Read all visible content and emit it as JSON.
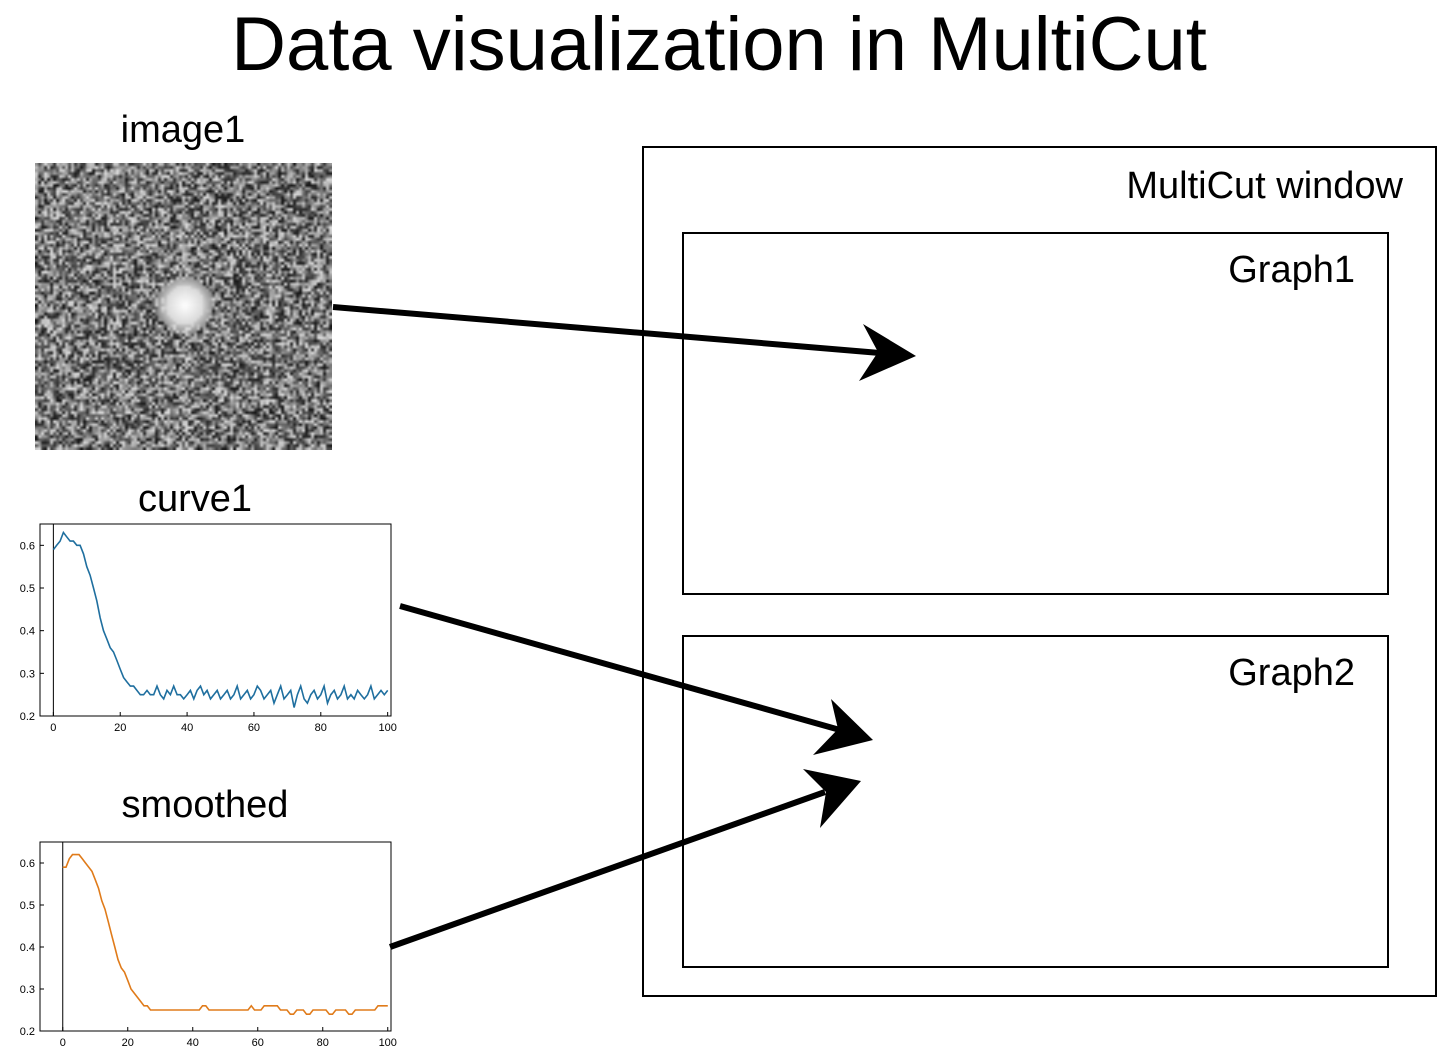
{
  "title": "Data visualization in MultiCut",
  "image_panel": {
    "label": "image1"
  },
  "window": {
    "label": "MultiCut window",
    "graphs": [
      {
        "label": "Graph1"
      },
      {
        "label": "Graph2"
      }
    ]
  },
  "colors": {
    "curve1": "#1f6f9f",
    "smoothed": "#e07b1a"
  },
  "chart_data": [
    {
      "type": "line",
      "title": "curve1",
      "xlabel": "",
      "ylabel": "",
      "xlim": [
        -4,
        101
      ],
      "ylim": [
        0.2,
        0.65
      ],
      "xticks": [
        "0",
        "20",
        "40",
        "60",
        "80",
        "100"
      ],
      "yticks": [
        "0.2",
        "0.3",
        "0.4",
        "0.5",
        "0.6"
      ],
      "grid": false,
      "x": [
        0,
        1,
        2,
        3,
        4,
        5,
        6,
        7,
        8,
        9,
        10,
        11,
        12,
        13,
        14,
        15,
        16,
        17,
        18,
        19,
        20,
        21,
        22,
        23,
        24,
        25,
        26,
        27,
        28,
        29,
        30,
        31,
        32,
        33,
        34,
        35,
        36,
        37,
        38,
        39,
        40,
        41,
        42,
        43,
        44,
        45,
        46,
        47,
        48,
        49,
        50,
        51,
        52,
        53,
        54,
        55,
        56,
        57,
        58,
        59,
        60,
        61,
        62,
        63,
        64,
        65,
        66,
        67,
        68,
        69,
        70,
        71,
        72,
        73,
        74,
        75,
        76,
        77,
        78,
        79,
        80,
        81,
        82,
        83,
        84,
        85,
        86,
        87,
        88,
        89,
        90,
        91,
        92,
        93,
        94,
        95,
        96,
        97,
        98,
        99,
        100
      ],
      "series": [
        {
          "values": [
            0.59,
            0.6,
            0.61,
            0.63,
            0.62,
            0.61,
            0.61,
            0.6,
            0.6,
            0.58,
            0.55,
            0.53,
            0.5,
            0.47,
            0.43,
            0.4,
            0.38,
            0.36,
            0.35,
            0.33,
            0.31,
            0.29,
            0.28,
            0.27,
            0.27,
            0.26,
            0.25,
            0.25,
            0.26,
            0.25,
            0.25,
            0.27,
            0.25,
            0.24,
            0.26,
            0.25,
            0.27,
            0.25,
            0.25,
            0.24,
            0.25,
            0.26,
            0.24,
            0.26,
            0.27,
            0.25,
            0.26,
            0.24,
            0.25,
            0.26,
            0.24,
            0.25,
            0.26,
            0.24,
            0.25,
            0.27,
            0.24,
            0.25,
            0.26,
            0.24,
            0.25,
            0.27,
            0.26,
            0.24,
            0.25,
            0.26,
            0.23,
            0.25,
            0.27,
            0.24,
            0.25,
            0.26,
            0.22,
            0.25,
            0.27,
            0.24,
            0.23,
            0.25,
            0.26,
            0.24,
            0.25,
            0.27,
            0.23,
            0.25,
            0.26,
            0.24,
            0.25,
            0.27,
            0.24,
            0.25,
            0.24,
            0.26,
            0.25,
            0.24,
            0.25,
            0.27,
            0.24,
            0.25,
            0.26,
            0.25,
            0.26
          ]
        }
      ]
    },
    {
      "type": "line",
      "title": "smoothed",
      "xlabel": "",
      "ylabel": "",
      "xlim": [
        -7,
        101
      ],
      "ylim": [
        0.2,
        0.65
      ],
      "xticks": [
        "0",
        "20",
        "40",
        "60",
        "80",
        "100"
      ],
      "yticks": [
        "0.2",
        "0.3",
        "0.4",
        "0.5",
        "0.6"
      ],
      "grid": false,
      "x": [
        0,
        1,
        2,
        3,
        4,
        5,
        6,
        7,
        8,
        9,
        10,
        11,
        12,
        13,
        14,
        15,
        16,
        17,
        18,
        19,
        20,
        21,
        22,
        23,
        24,
        25,
        26,
        27,
        28,
        29,
        30,
        31,
        32,
        33,
        34,
        35,
        36,
        37,
        38,
        39,
        40,
        41,
        42,
        43,
        44,
        45,
        46,
        47,
        48,
        49,
        50,
        51,
        52,
        53,
        54,
        55,
        56,
        57,
        58,
        59,
        60,
        61,
        62,
        63,
        64,
        65,
        66,
        67,
        68,
        69,
        70,
        71,
        72,
        73,
        74,
        75,
        76,
        77,
        78,
        79,
        80,
        81,
        82,
        83,
        84,
        85,
        86,
        87,
        88,
        89,
        90,
        91,
        92,
        93,
        94,
        95,
        96,
        97,
        98,
        99,
        100
      ],
      "series": [
        {
          "values": [
            0.59,
            0.59,
            0.61,
            0.62,
            0.62,
            0.62,
            0.61,
            0.6,
            0.59,
            0.58,
            0.56,
            0.54,
            0.51,
            0.49,
            0.46,
            0.43,
            0.4,
            0.37,
            0.35,
            0.34,
            0.32,
            0.3,
            0.29,
            0.28,
            0.27,
            0.26,
            0.26,
            0.25,
            0.25,
            0.25,
            0.25,
            0.25,
            0.25,
            0.25,
            0.25,
            0.25,
            0.25,
            0.25,
            0.25,
            0.25,
            0.25,
            0.25,
            0.25,
            0.26,
            0.26,
            0.25,
            0.25,
            0.25,
            0.25,
            0.25,
            0.25,
            0.25,
            0.25,
            0.25,
            0.25,
            0.25,
            0.25,
            0.25,
            0.26,
            0.25,
            0.25,
            0.25,
            0.26,
            0.26,
            0.26,
            0.26,
            0.26,
            0.25,
            0.25,
            0.25,
            0.24,
            0.24,
            0.25,
            0.25,
            0.25,
            0.24,
            0.24,
            0.25,
            0.25,
            0.25,
            0.25,
            0.25,
            0.24,
            0.24,
            0.25,
            0.25,
            0.25,
            0.25,
            0.24,
            0.24,
            0.25,
            0.25,
            0.25,
            0.25,
            0.25,
            0.25,
            0.25,
            0.26,
            0.26,
            0.26,
            0.26
          ]
        }
      ]
    }
  ]
}
